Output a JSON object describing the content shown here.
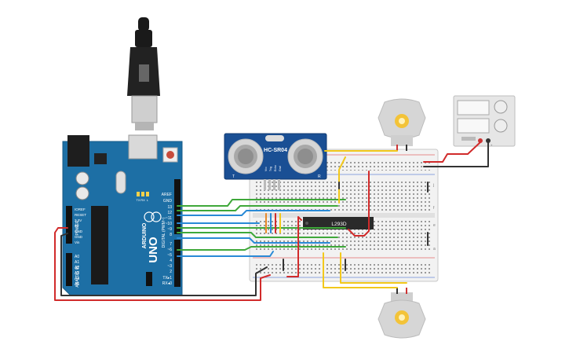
{
  "arduino": {
    "brand": "ARDUINO",
    "model": "UNO",
    "digital_header": "DIGITAL (PWM~)",
    "analog_header": "ANALOG IN",
    "power_header": "POWER",
    "top_pins": [
      "AREF",
      "GND",
      "13",
      "12",
      "~11",
      "~10",
      "~9",
      "8"
    ],
    "bottom_pins": [
      "7",
      "~6",
      "~5",
      "4",
      "~3",
      "2",
      "TX▸1",
      "RX◂0"
    ],
    "power_pins": [
      "IOREF",
      "RESET",
      "3.3V",
      "5V",
      "GND",
      "GND",
      "Vin"
    ],
    "analog_pins": [
      "A0",
      "A1",
      "A2",
      "A3",
      "A4",
      "A5"
    ],
    "tx_rx_leds": [
      "TX",
      "RX",
      "L"
    ],
    "on_label": "ON"
  },
  "sensor": {
    "name": "HC-SR04",
    "pins": [
      "Vcc",
      "Trig",
      "Echo",
      "Gnd"
    ],
    "left_mark": "T",
    "right_mark": "R"
  },
  "ic": {
    "name": "L293D"
  },
  "breadboard": {
    "rail_letters_top": [
      "j",
      "f"
    ],
    "rail_letters_bottom": [
      "e",
      "a"
    ]
  },
  "power_supply": {
    "terminals": [
      "-",
      "+"
    ]
  },
  "colors": {
    "arduino_board": "#1d6fa5",
    "sensor_board": "#1a4f94",
    "wire_green": "#3fa83a",
    "wire_blue": "#2a8ad6",
    "wire_yellow": "#f2c81b",
    "wire_red": "#d12b2b",
    "wire_black": "#333333",
    "wire_orange": "#e8892a"
  }
}
